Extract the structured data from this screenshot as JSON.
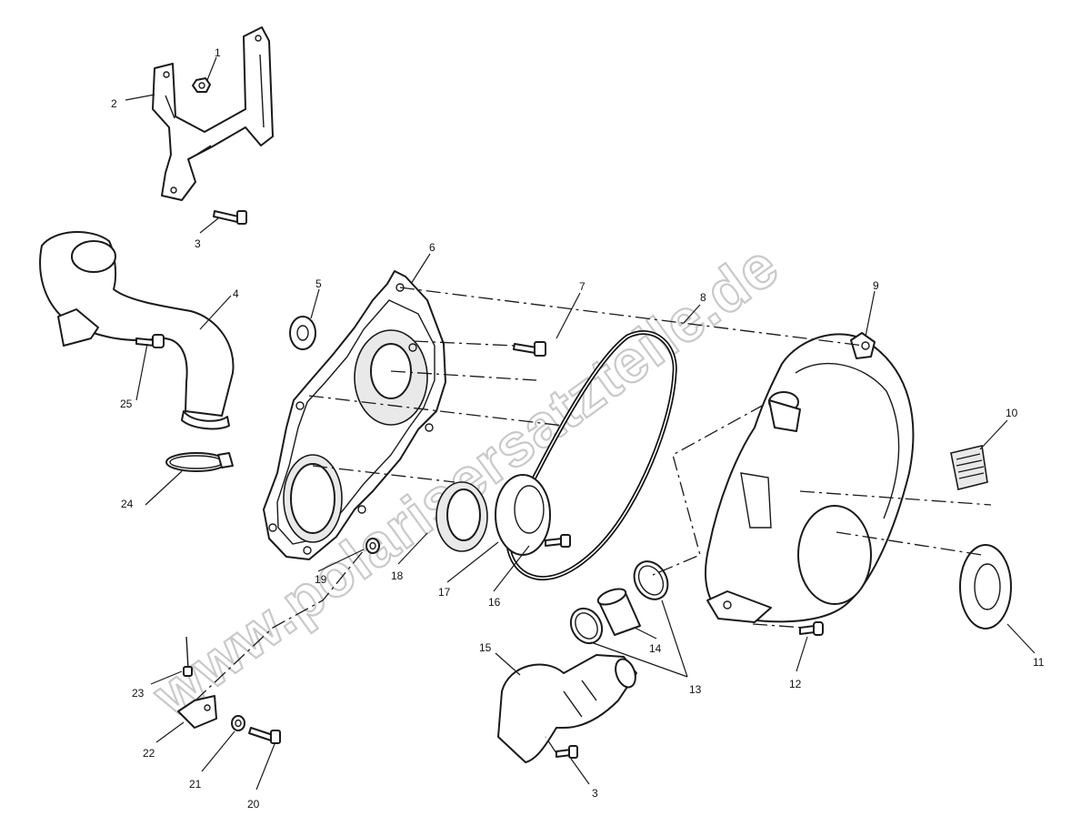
{
  "watermark": "www.polarisersatzteile.de",
  "callouts": [
    "1",
    "2",
    "3",
    "4",
    "5",
    "6",
    "7",
    "8",
    "9",
    "10",
    "11",
    "12",
    "13",
    "14",
    "15",
    "16",
    "17",
    "18",
    "19",
    "20",
    "21",
    "22",
    "23",
    "24",
    "25",
    "3"
  ]
}
